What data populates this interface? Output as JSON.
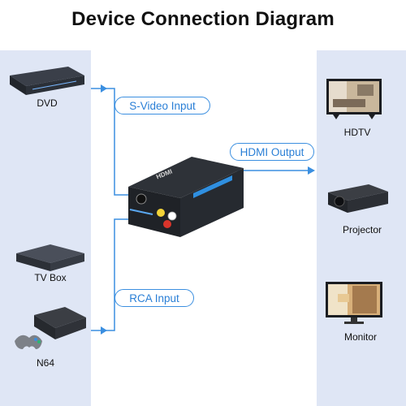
{
  "title": "Device Connection Diagram",
  "inputs": {
    "svideo_label": "S-Video Input",
    "rca_label": "RCA Input"
  },
  "output": {
    "hdmi_label": "HDMI Output"
  },
  "source_devices": [
    {
      "label": "DVD",
      "icon": "dvd-player-icon"
    },
    {
      "label": "TV Box",
      "icon": "tv-box-icon"
    },
    {
      "label": "N64",
      "icon": "game-console-icon"
    }
  ],
  "display_devices": [
    {
      "label": "HDTV",
      "icon": "tv-icon"
    },
    {
      "label": "Projector",
      "icon": "projector-icon"
    },
    {
      "label": "Monitor",
      "icon": "monitor-icon"
    }
  ],
  "converter": {
    "logo_text": "HDMI",
    "icon": "video-converter-icon"
  },
  "colors": {
    "accent": "#3b8fe0",
    "panel": "#dfe6f5",
    "device_dark": "#2b2f36"
  }
}
